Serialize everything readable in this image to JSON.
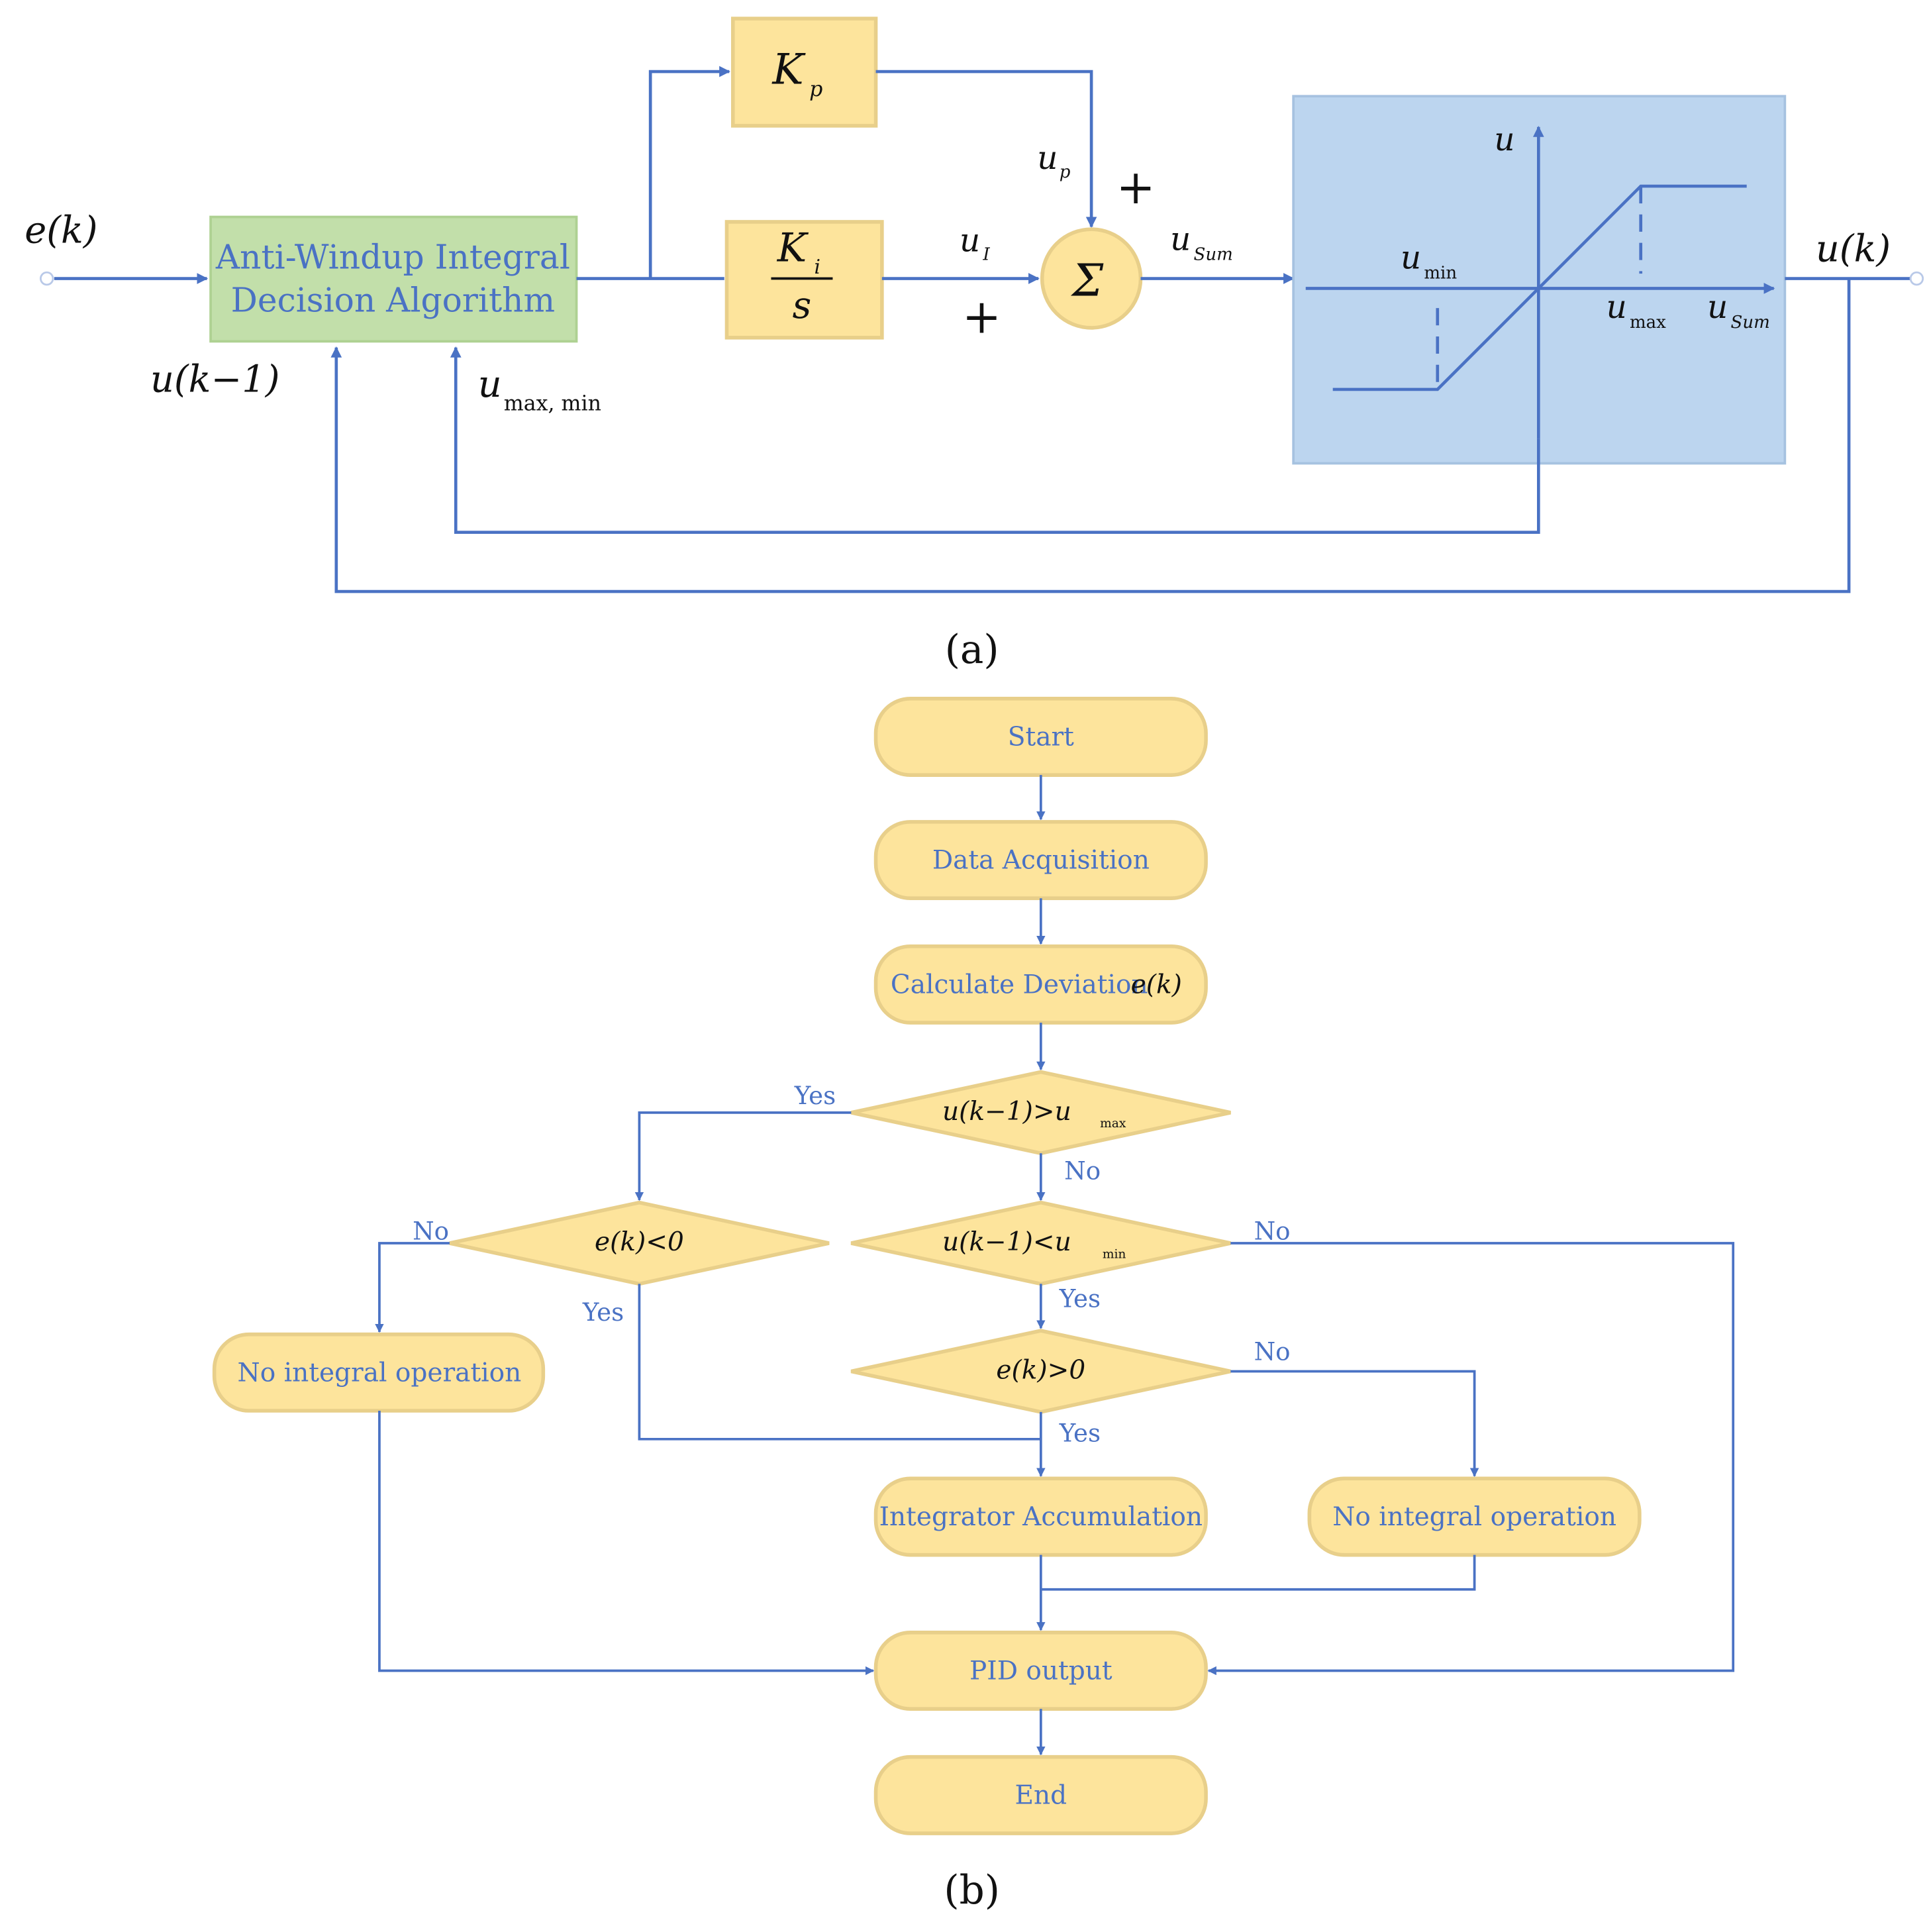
{
  "colors": {
    "line": "#4a72c4",
    "block_fill": "#fde49c",
    "algo_fill": "#c2dfaa",
    "saturation_fill": "#bcd5ef",
    "math_text": "#111111",
    "flow_text": "#4a72c4"
  },
  "panel_a": {
    "caption": "(a)",
    "input_signal": "e(k)",
    "output_signal": "u(k)",
    "algorithm_block": {
      "line1": "Anti-Windup Integral",
      "line2": "Decision Algorithm"
    },
    "feedback_u": "u(k−1)",
    "feedback_limits": {
      "base": "u",
      "sub": "max, min"
    },
    "kp_block": {
      "base": "K",
      "sub": "p"
    },
    "ki_block": {
      "num_base": "K",
      "num_sub": "i",
      "den": "s"
    },
    "sum_symbol": "Σ",
    "plus_top": "+",
    "plus_bottom": "+",
    "up_label": {
      "base": "u",
      "sub": "p"
    },
    "ui_label": {
      "base": "u",
      "sub": "I"
    },
    "usum_label": {
      "base": "u",
      "sub": "Sum"
    },
    "saturation": {
      "y_axis": "u",
      "x_axis": {
        "base": "u",
        "sub": "Sum"
      },
      "umin": {
        "base": "u",
        "sub": "min"
      },
      "umax": {
        "base": "u",
        "sub": "max"
      }
    }
  },
  "panel_b": {
    "caption": "(b)",
    "start": "Start",
    "data_acquisition": "Data Acquisition",
    "calc_deviation": {
      "text": "Calculate Deviation",
      "math": "e(k)"
    },
    "decision_umax": {
      "math": "u(k−1)>u",
      "sub": "max"
    },
    "decision_ek_neg": {
      "math": "e(k)<0"
    },
    "decision_umin": {
      "math": "u(k−1)<u",
      "sub": "min"
    },
    "decision_ek_pos": {
      "math": "e(k)>0"
    },
    "no_integral_left": "No integral operation",
    "integrator_accumulation": "Integrator Accumulation",
    "no_integral_right": "No integral operation",
    "pid_output": "PID output",
    "end": "End",
    "labels": {
      "yes_umax": "Yes",
      "no_umax": "No",
      "no_ek_neg": "No",
      "yes_ek_neg": "Yes",
      "no_umin": "No",
      "yes_umin": "Yes",
      "no_ek_pos": "No",
      "yes_ek_pos": "Yes"
    }
  }
}
